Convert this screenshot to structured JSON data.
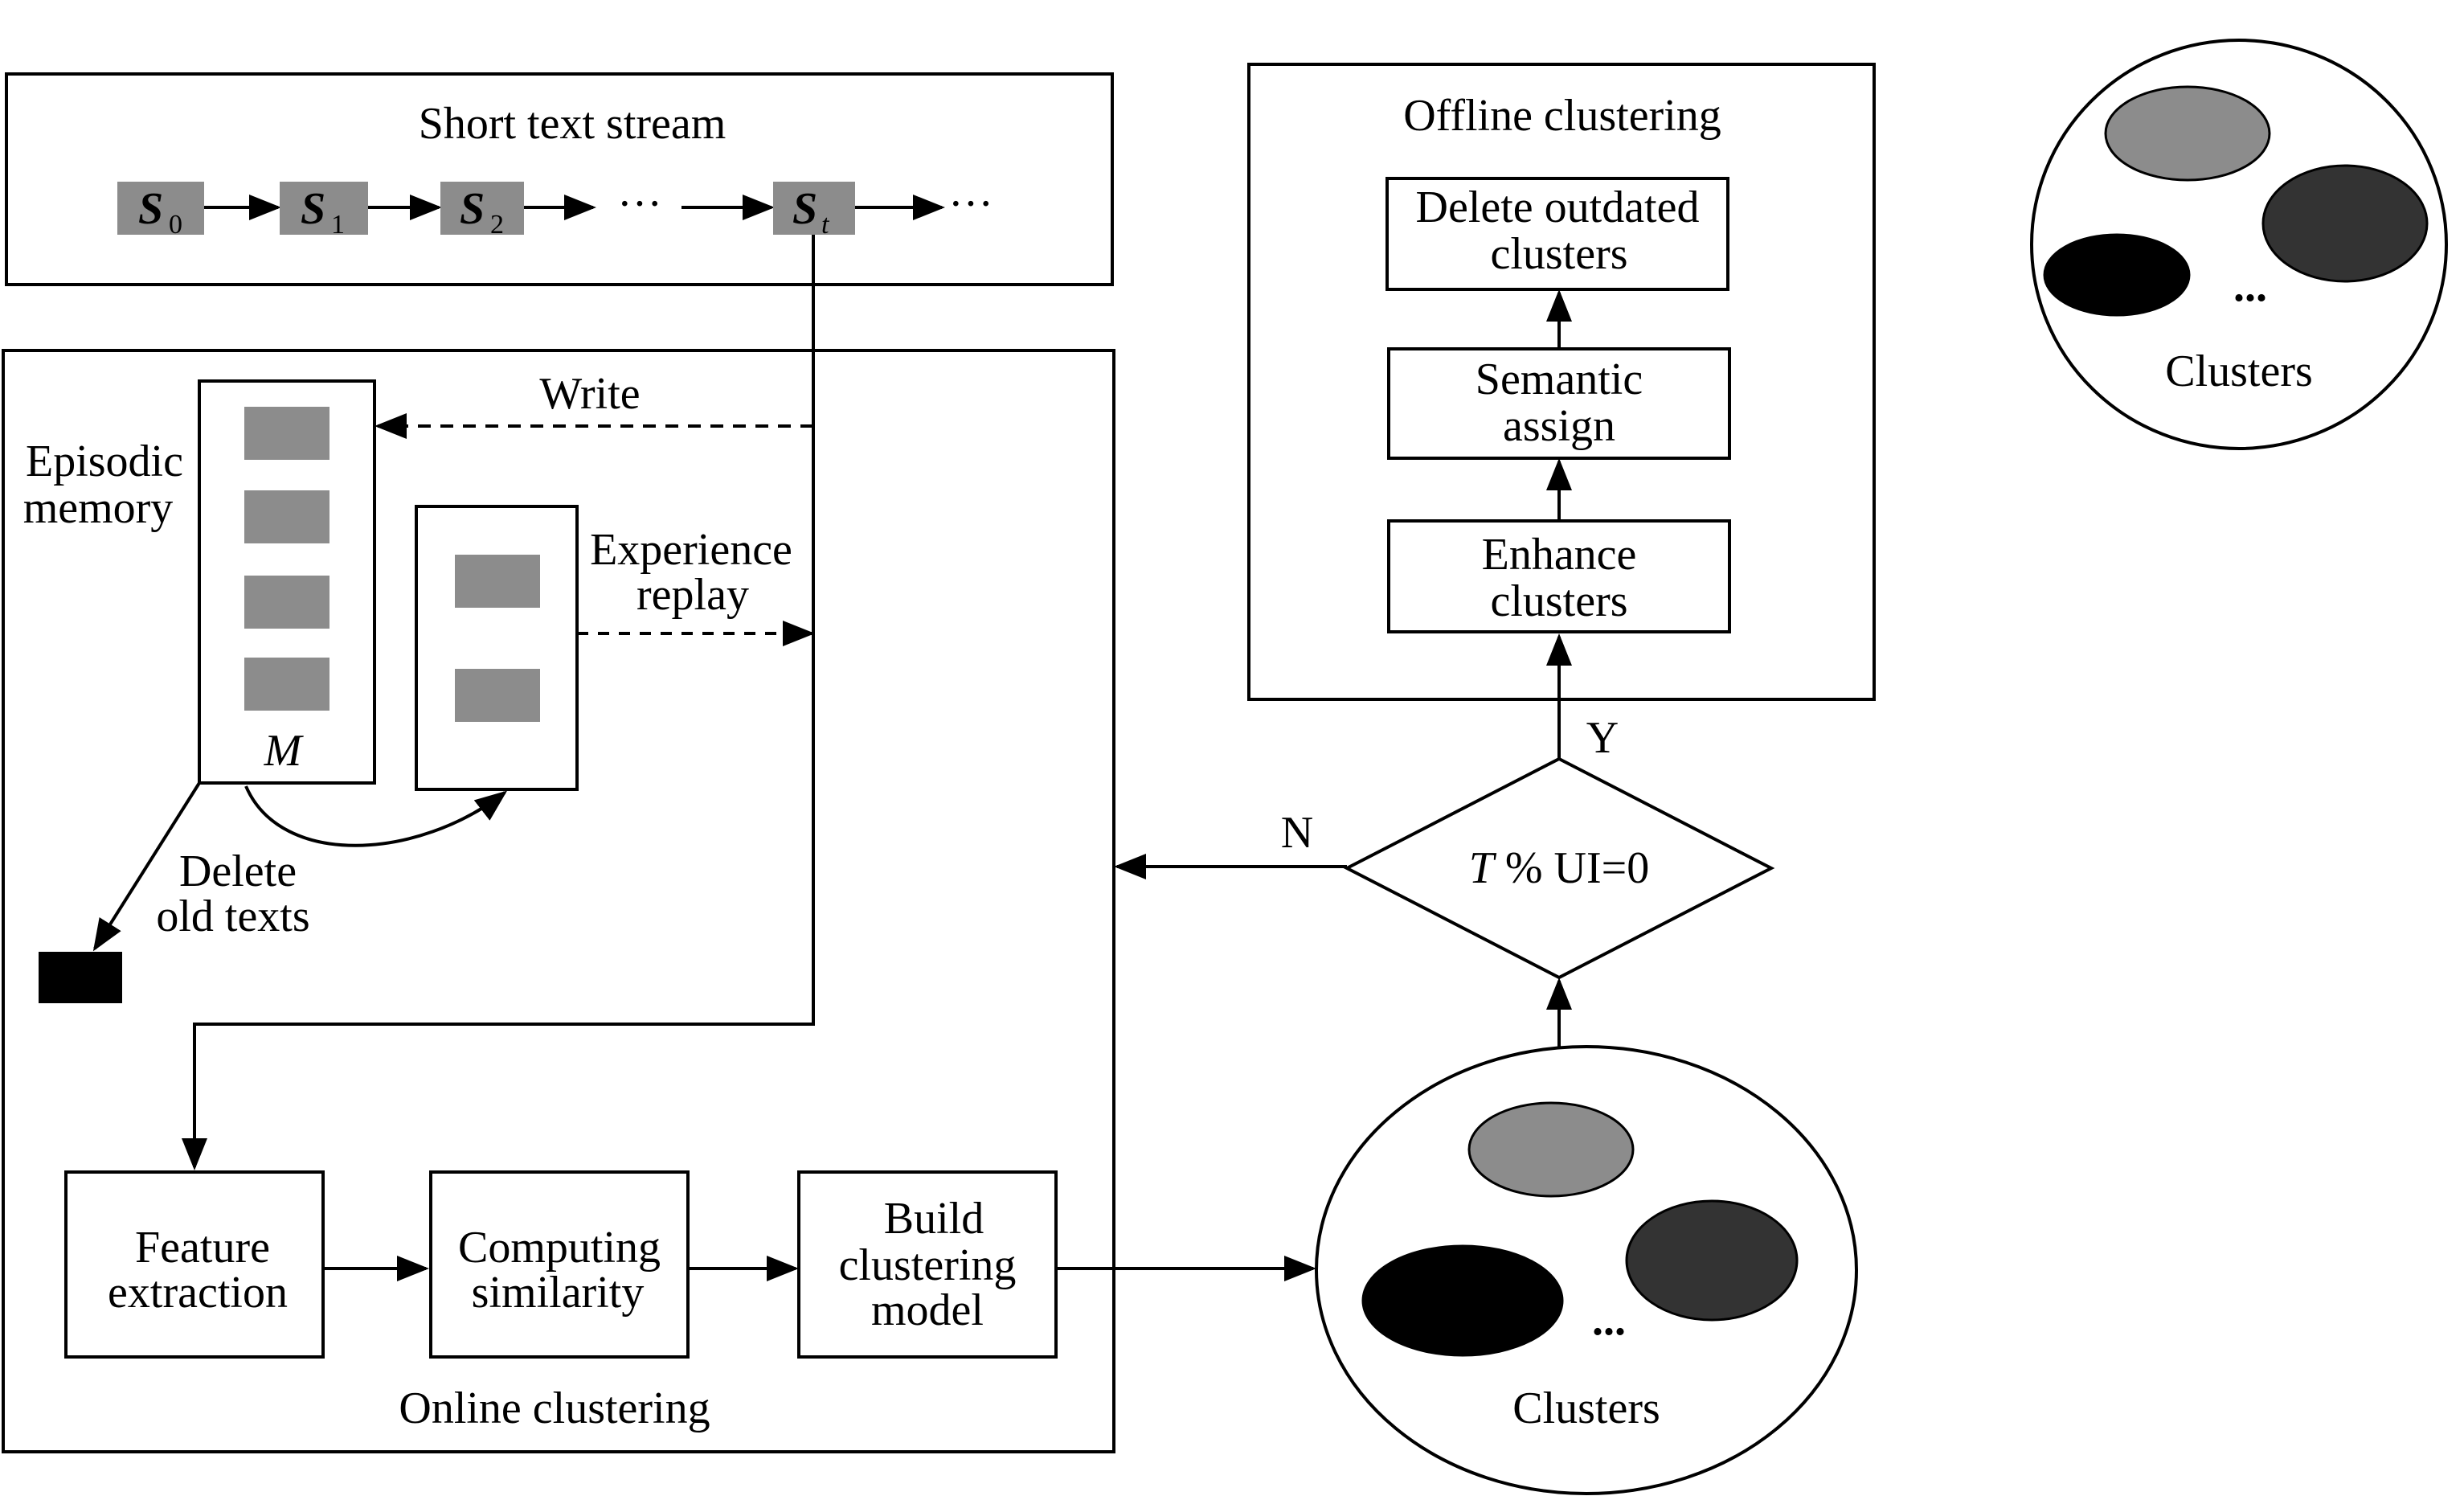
{
  "colors": {
    "stroke": "#000000",
    "block_gray": "#8c8c8c",
    "cluster_light": "#8c8c8c",
    "cluster_dark": "#333333",
    "cluster_black": "#000000"
  },
  "stream": {
    "title": "Short text stream",
    "items": [
      {
        "main": "S",
        "sub": "0"
      },
      {
        "main": "S",
        "sub": "1"
      },
      {
        "main": "S",
        "sub": "2"
      },
      {
        "main": "S",
        "sub": "t"
      }
    ],
    "ellipsis": "···"
  },
  "memory": {
    "label_line1": "Episodic",
    "label_line2": "memory",
    "m_label": "M",
    "write_label": "Write",
    "replay_line1": "Experience",
    "replay_line2": "replay",
    "delete_line1": "Delete",
    "delete_line2": "old texts"
  },
  "online": {
    "title": "Online clustering",
    "feature_line1": "Feature",
    "feature_line2": "extraction",
    "computing_line1": "Computing",
    "computing_line2": "similarity",
    "build_line1": "Build",
    "build_line2": "clustering",
    "build_line3": "model"
  },
  "decision": {
    "var": "T",
    "rest": " % UI=0",
    "no_label": "N",
    "yes_label": "Y"
  },
  "offline": {
    "title": "Offline clustering",
    "delete_line1": "Delete outdated",
    "delete_line2": "clusters",
    "semantic_line1": "Semantic",
    "semantic_line2": "assign",
    "enhance_line1": "Enhance",
    "enhance_line2": "clusters"
  },
  "clusters": {
    "label": "Clusters",
    "ellipsis": "..."
  }
}
